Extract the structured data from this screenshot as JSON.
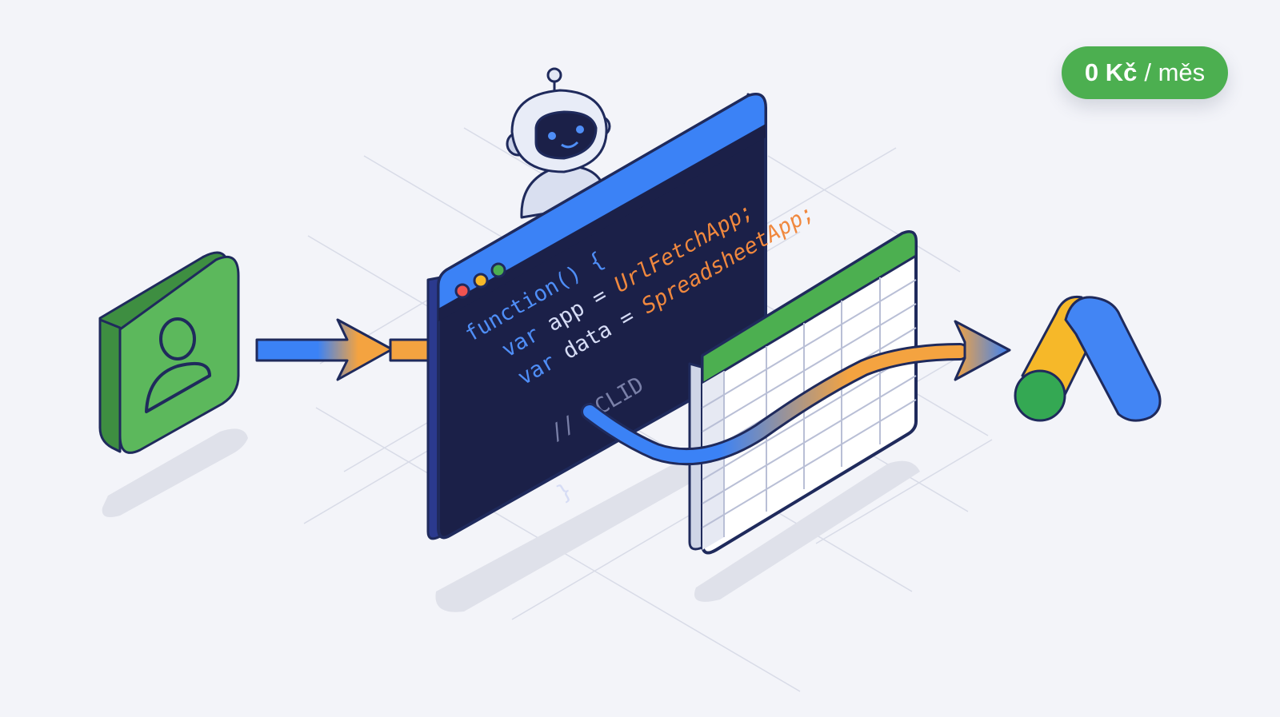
{
  "badge": {
    "amount": "0 Kč",
    "unit": "/ měs"
  },
  "code": {
    "line1": "function() {",
    "line2_kw": "var",
    "line2_name": "app =",
    "line2_val": "UrlFetchApp;",
    "line3_kw": "var",
    "line3_name": "data =",
    "line3_val": "SpreadsheetApp;",
    "comment": "// GCLID",
    "close": "}"
  },
  "colors": {
    "background": "#f3f4f9",
    "navy_outline": "#1f2a5c",
    "code_bg": "#1b2048",
    "code_keyword": "#4f8ef7",
    "code_value": "#f0883e",
    "code_text": "#d6dcf5",
    "code_comment": "#7a80a8",
    "green": "#5cb85c",
    "blue": "#3b82f6",
    "orange": "#f4a340",
    "yellow": "#f6b829",
    "gads_green": "#34a853",
    "gads_blue": "#4285f4"
  },
  "icons": {
    "user": "user-icon",
    "robot": "robot-icon",
    "window_dots": "window-dots-icon",
    "spreadsheet": "spreadsheet-icon",
    "google_ads": "google-ads-logo"
  }
}
